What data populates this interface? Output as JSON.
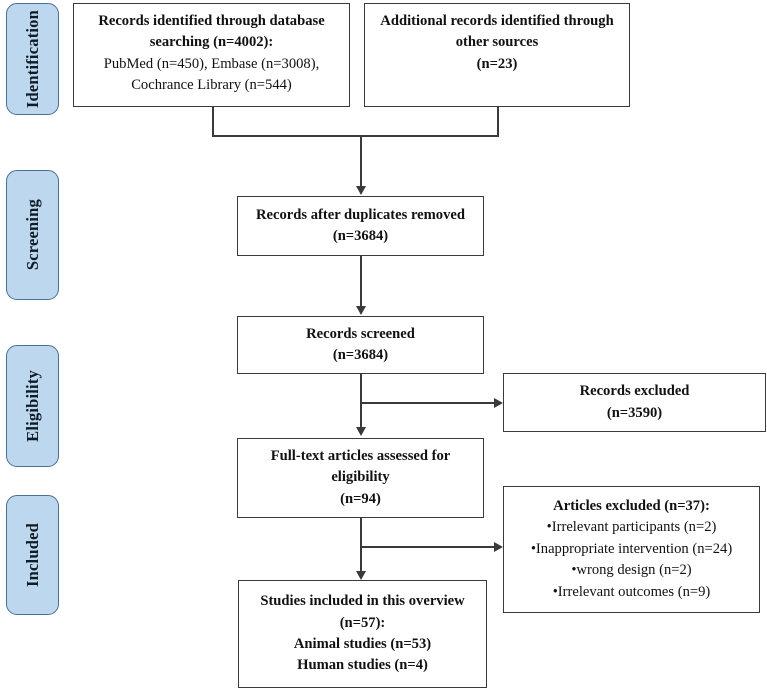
{
  "diagram": {
    "type": "prisma-flow-diagram",
    "title": "PRISMA flow diagram",
    "accent_color": "#bdd7ee",
    "border_color": "#3a3a3a",
    "stage_border_color": "#4a6f91"
  },
  "stages": [
    {
      "label": "Identification"
    },
    {
      "label": "Screening"
    },
    {
      "label": "Eligibility"
    },
    {
      "label": "Included"
    }
  ],
  "boxes": {
    "database_search": {
      "lines": [
        {
          "text": "Records identified through database",
          "bold": true
        },
        {
          "text": "searching (n=4002):",
          "bold": true
        },
        {
          "text": "PubMed (n=450), Embase (n=3008),",
          "bold": false
        },
        {
          "text": "Cochrance Library (n=544)",
          "bold": false
        }
      ]
    },
    "other_sources": {
      "lines": [
        {
          "text": "Additional records identified through",
          "bold": true
        },
        {
          "text": "other sources",
          "bold": true
        },
        {
          "text": "(n=23)",
          "bold": true
        }
      ]
    },
    "duplicates_removed": {
      "lines": [
        {
          "text": "Records after duplicates removed",
          "bold": true
        },
        {
          "text": "(n=3684)",
          "bold": true
        }
      ]
    },
    "records_screened": {
      "lines": [
        {
          "text": "Records screened",
          "bold": true
        },
        {
          "text": "(n=3684)",
          "bold": true
        }
      ]
    },
    "records_excluded": {
      "lines": [
        {
          "text": "Records excluded",
          "bold": true
        },
        {
          "text": "(n=3590)",
          "bold": true
        }
      ]
    },
    "fulltext_assessed": {
      "lines": [
        {
          "text": "Full-text articles assessed for",
          "bold": true
        },
        {
          "text": "eligibility",
          "bold": true
        },
        {
          "text": "(n=94)",
          "bold": true
        }
      ]
    },
    "articles_excluded": {
      "lines": [
        {
          "text": "Articles excluded (n=37):",
          "bold": true
        },
        {
          "text": "•Irrelevant participants (n=2)",
          "bold": false
        },
        {
          "text": "•Inappropriate intervention (n=24)",
          "bold": false
        },
        {
          "text": "•wrong design (n=2)",
          "bold": false
        },
        {
          "text": "•Irrelevant outcomes (n=9)",
          "bold": false
        }
      ]
    },
    "studies_included": {
      "lines": [
        {
          "text": "Studies included in this overview",
          "bold": true
        },
        {
          "text": "(n=57):",
          "bold": true
        },
        {
          "text": "Animal studies (n=53)",
          "bold": true
        },
        {
          "text": "Human studies (n=4)",
          "bold": true
        }
      ]
    }
  },
  "chart_data": {
    "type": "table",
    "title": "PRISMA flow diagram record counts",
    "categories": [
      "Records identified through database searching",
      "PubMed",
      "Embase",
      "Cochrance Library",
      "Additional records identified through other sources",
      "Records after duplicates removed",
      "Records screened",
      "Records excluded",
      "Full-text articles assessed for eligibility",
      "Articles excluded",
      "Irrelevant participants",
      "Inappropriate intervention",
      "wrong design",
      "Irrelevant outcomes",
      "Studies included in this overview",
      "Animal studies",
      "Human studies"
    ],
    "values": [
      4002,
      450,
      3008,
      544,
      23,
      3684,
      3684,
      3590,
      94,
      37,
      2,
      24,
      2,
      9,
      57,
      53,
      4
    ]
  }
}
